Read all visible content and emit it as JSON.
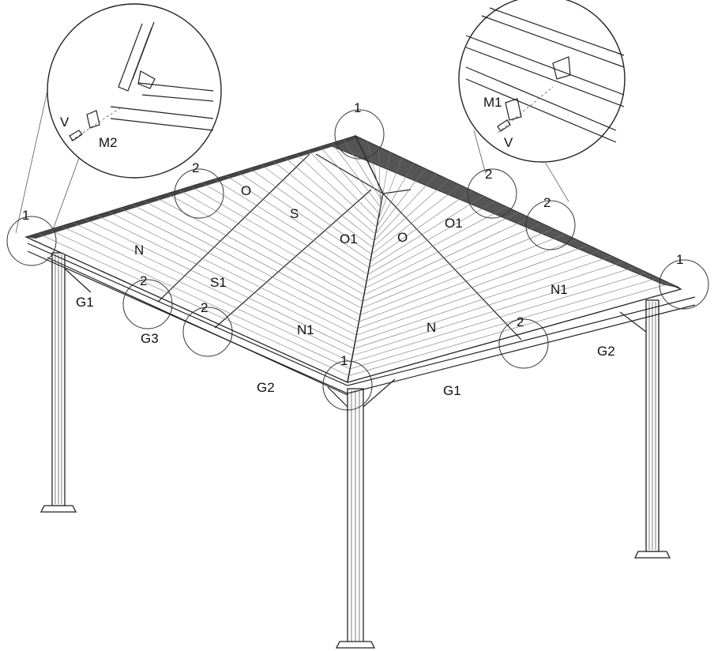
{
  "labels": {
    "n_left": "N",
    "o_back_left": "O",
    "s_top": "S",
    "o1_center": "O1",
    "o_center": "O",
    "o1_right": "O1",
    "n1_right": "N1",
    "s1_left": "S1",
    "n1_front": "N1",
    "n_front": "N",
    "g1_left": "G1",
    "g3_left": "G3",
    "g2_front": "G2",
    "g1_front": "G1",
    "g2_right": "G2",
    "v_left": "V",
    "m2_left": "M2",
    "m1_right": "M1",
    "v_right": "V"
  },
  "callouts": {
    "c1_top": "1",
    "c1_left": "1",
    "c1_right": "1",
    "c1_front": "1",
    "c2_back_left": "2",
    "c2_back_right_a": "2",
    "c2_back_right_b": "2",
    "c2_left_a": "2",
    "c2_left_b": "2",
    "c2_front_right": "2"
  }
}
